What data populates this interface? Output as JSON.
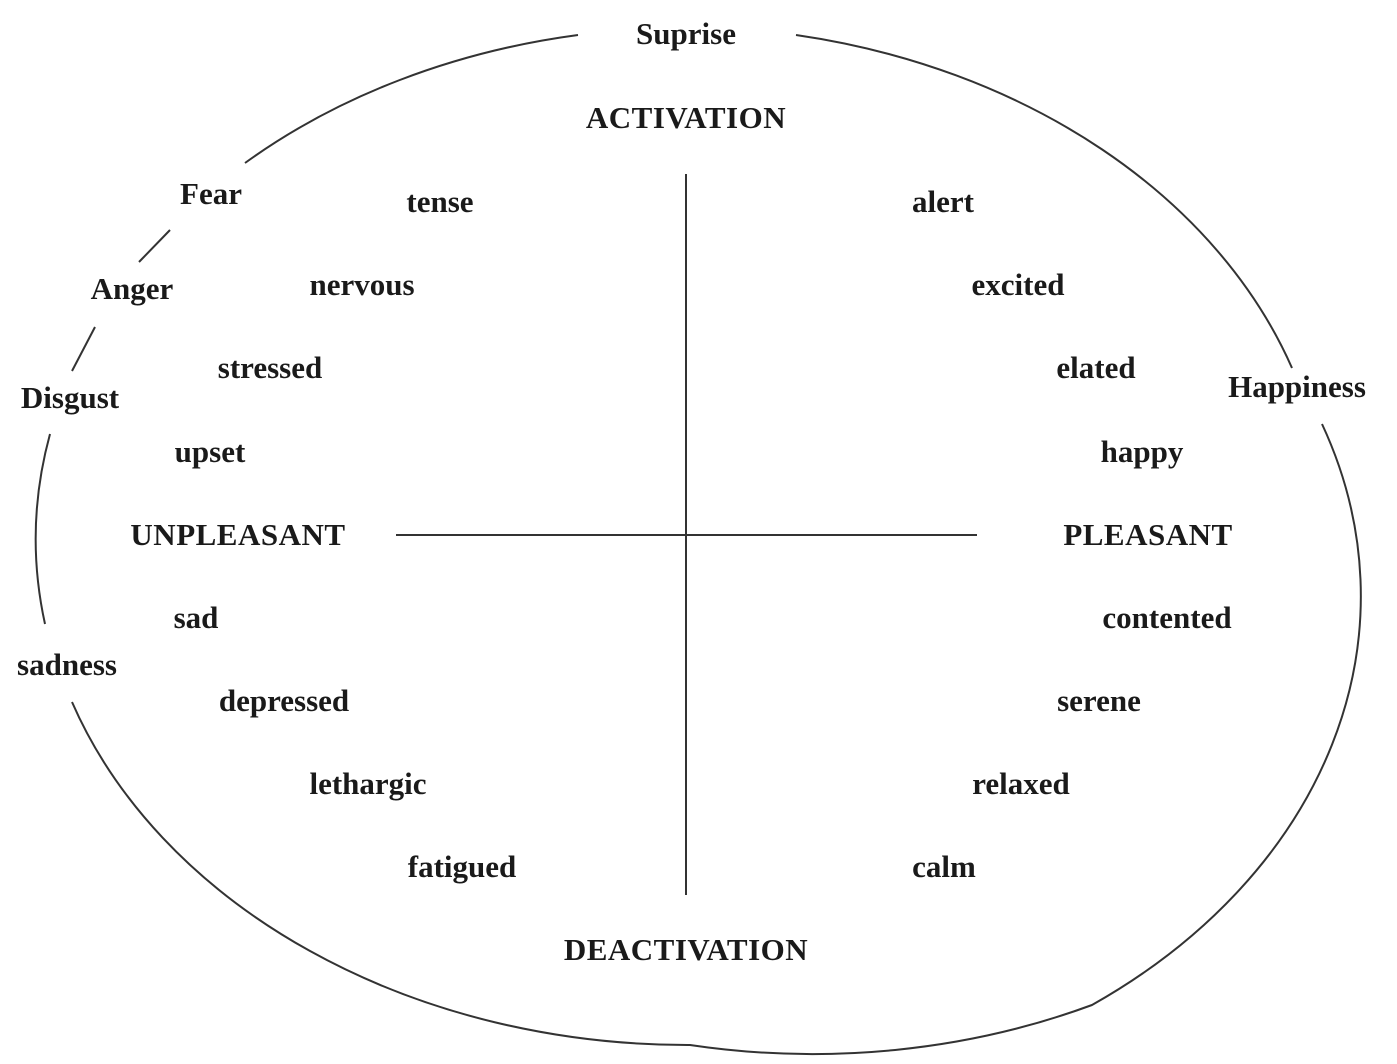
{
  "axes": {
    "top": "ACTIVATION",
    "bottom": "DEACTIVATION",
    "left": "UNPLEASANT",
    "right": "PLEASANT"
  },
  "outer_emotions": {
    "top": "Suprise",
    "fear": "Fear",
    "anger": "Anger",
    "disgust": "Disgust",
    "sadness": "sadness",
    "happiness": "Happiness"
  },
  "quadrants": {
    "unpleasant_activated": [
      "tense",
      "nervous",
      "stressed",
      "upset"
    ],
    "pleasant_activated": [
      "alert",
      "excited",
      "elated",
      "happy"
    ],
    "unpleasant_deactivated": [
      "sad",
      "depressed",
      "lethargic",
      "fatigued"
    ],
    "pleasant_deactivated": [
      "contented",
      "serene",
      "relaxed",
      "calm"
    ]
  },
  "colors": {
    "text": "#1a1a1a",
    "lines": "#333333",
    "background": "#ffffff"
  }
}
